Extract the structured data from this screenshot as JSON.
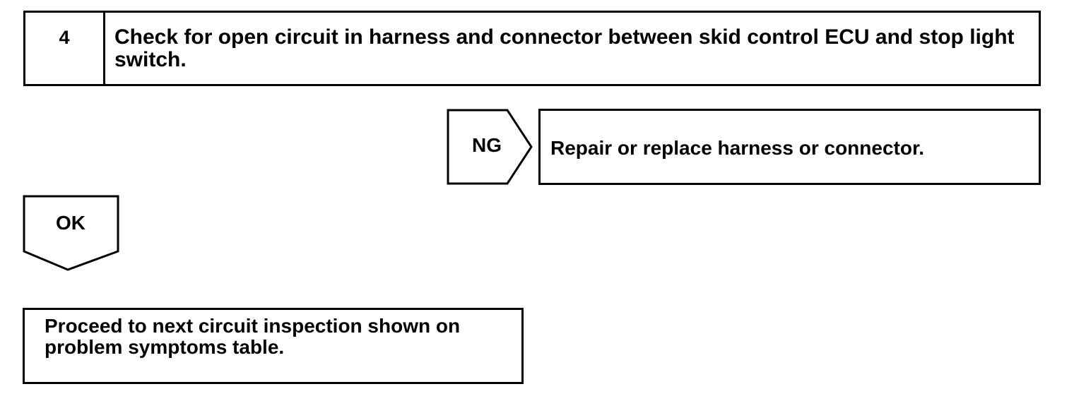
{
  "step": {
    "number": "4",
    "title": "Check for open circuit in harness and connector between skid control ECU and stop light switch."
  },
  "ng_branch": {
    "label": "NG",
    "action": "Repair or replace harness or connector."
  },
  "ok_branch": {
    "label": "OK",
    "action": "Proceed to next circuit inspection shown on problem symptoms table."
  }
}
